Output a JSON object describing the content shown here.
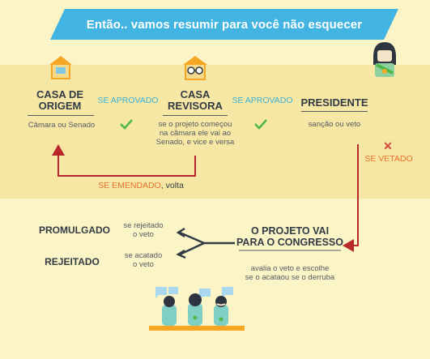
{
  "title": "Então.. vamos resumir para você não esquecer",
  "steps": {
    "origem": {
      "title_l1": "CASA DE",
      "title_l2": "ORIGEM",
      "desc": "Câmara ou Senado"
    },
    "revisora": {
      "title_l1": "CASA",
      "title_l2": "REVISORA",
      "desc_l1": "se o projeto começou",
      "desc_l2": "na câmara ele vai ao",
      "desc_l3": "Senado, e vice e versa"
    },
    "presidente": {
      "title": "PRESIDENTE",
      "desc": "sanção ou veto"
    },
    "congresso": {
      "title_l1": "O PROJETO VAI",
      "title_l2": "PARA O CONGRESSO",
      "desc_l1": "avalia o veto e escolhe",
      "desc_l2": "se o acataou se o derruba"
    },
    "promulgado": {
      "title": "PROMULGADO",
      "note_l1": "se rejeitado",
      "note_l2": "o veto"
    },
    "rejeitado": {
      "title": "REJEITADO",
      "note_l1": "se acatado",
      "note_l2": "o veto"
    }
  },
  "conditions": {
    "aprovado_1": "SE APROVADO",
    "aprovado_2": "SE APROVADO",
    "vetado": "SE VETADO",
    "emendado": "SE EMENDADO",
    "emendado_suffix": ", volta"
  },
  "colors": {
    "banner": "#42b4e2",
    "arrow_red": "#b8282b",
    "check_green": "#4db848",
    "cond_blue": "#3bb0d4",
    "orange": "#e8702e",
    "house": "#f5a623",
    "band": "#f6e7a4",
    "background": "#fbf4c6"
  },
  "icons": [
    "house-icon",
    "house-glasses-icon",
    "president-icon",
    "check-icon",
    "x-icon",
    "congress-people-icon"
  ]
}
